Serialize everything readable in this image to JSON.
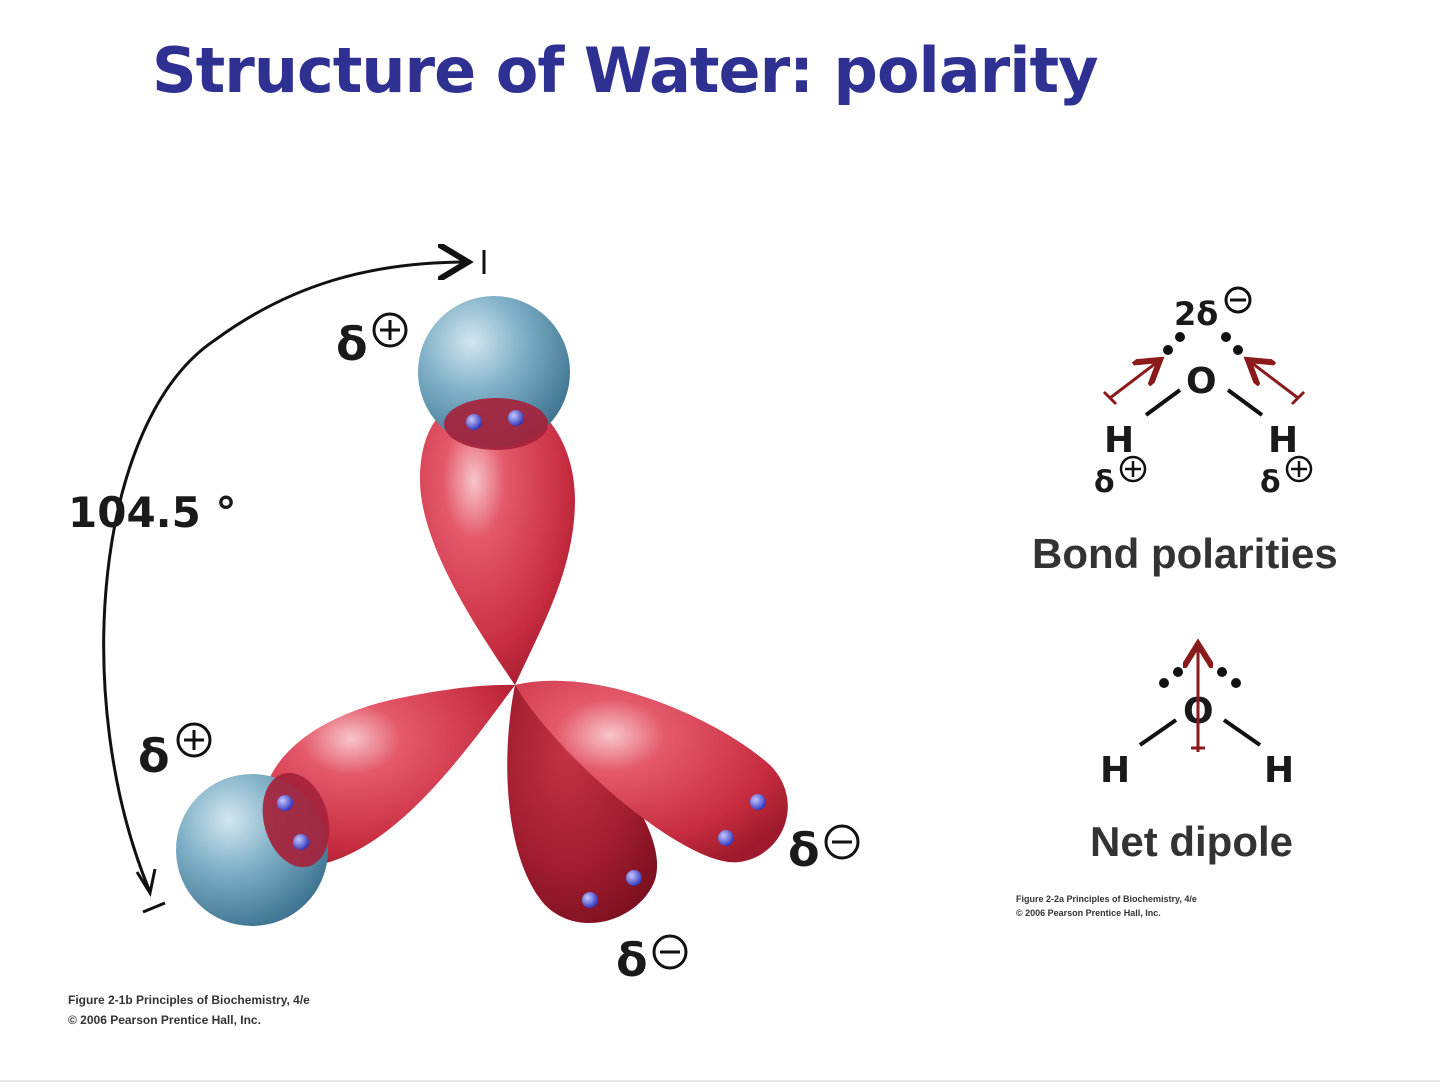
{
  "slide": {
    "title": "Structure of Water: polarity"
  },
  "left_figure": {
    "angle_label": "104.5 °",
    "delta_plus": "δ",
    "delta_minus": "δ",
    "caption_line1": "Figure 2-1b  Principles of Biochemistry, 4/e",
    "caption_line2": "© 2006 Pearson Prentice Hall, Inc."
  },
  "right_figure": {
    "oxygen": "O",
    "hydrogen": "H",
    "partial_negative_2": "2δ",
    "delta_plus": "δ",
    "bond_polarities_label": "Bond polarities",
    "net_dipole_label": "Net dipole",
    "caption_line1": "Figure 2-2a  Principles of Biochemistry, 4/e",
    "caption_line2": "© 2006 Pearson Prentice Hall, Inc."
  },
  "colors": {
    "title": "#2e3192",
    "lobe": "#d43a4c",
    "lobe_dark": "#a31f30",
    "hydrogen_sphere": "#5f94ae",
    "electron": "#3b3fc9",
    "dipole_arrow": "#8b1a1a"
  }
}
